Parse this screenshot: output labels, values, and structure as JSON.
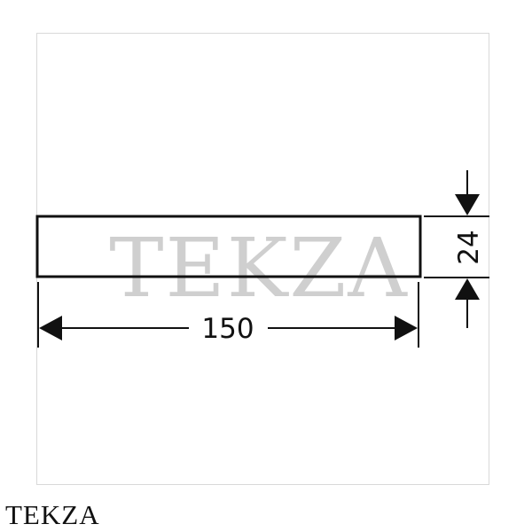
{
  "watermark": {
    "text": "TEKZA"
  },
  "dimensions": {
    "width_label": "150",
    "height_label": "24"
  },
  "brand": {
    "name": "TEKZA"
  },
  "colors": {
    "line": "#111111",
    "watermark": "#cfcfcf",
    "frame": "#d9d9d9"
  }
}
